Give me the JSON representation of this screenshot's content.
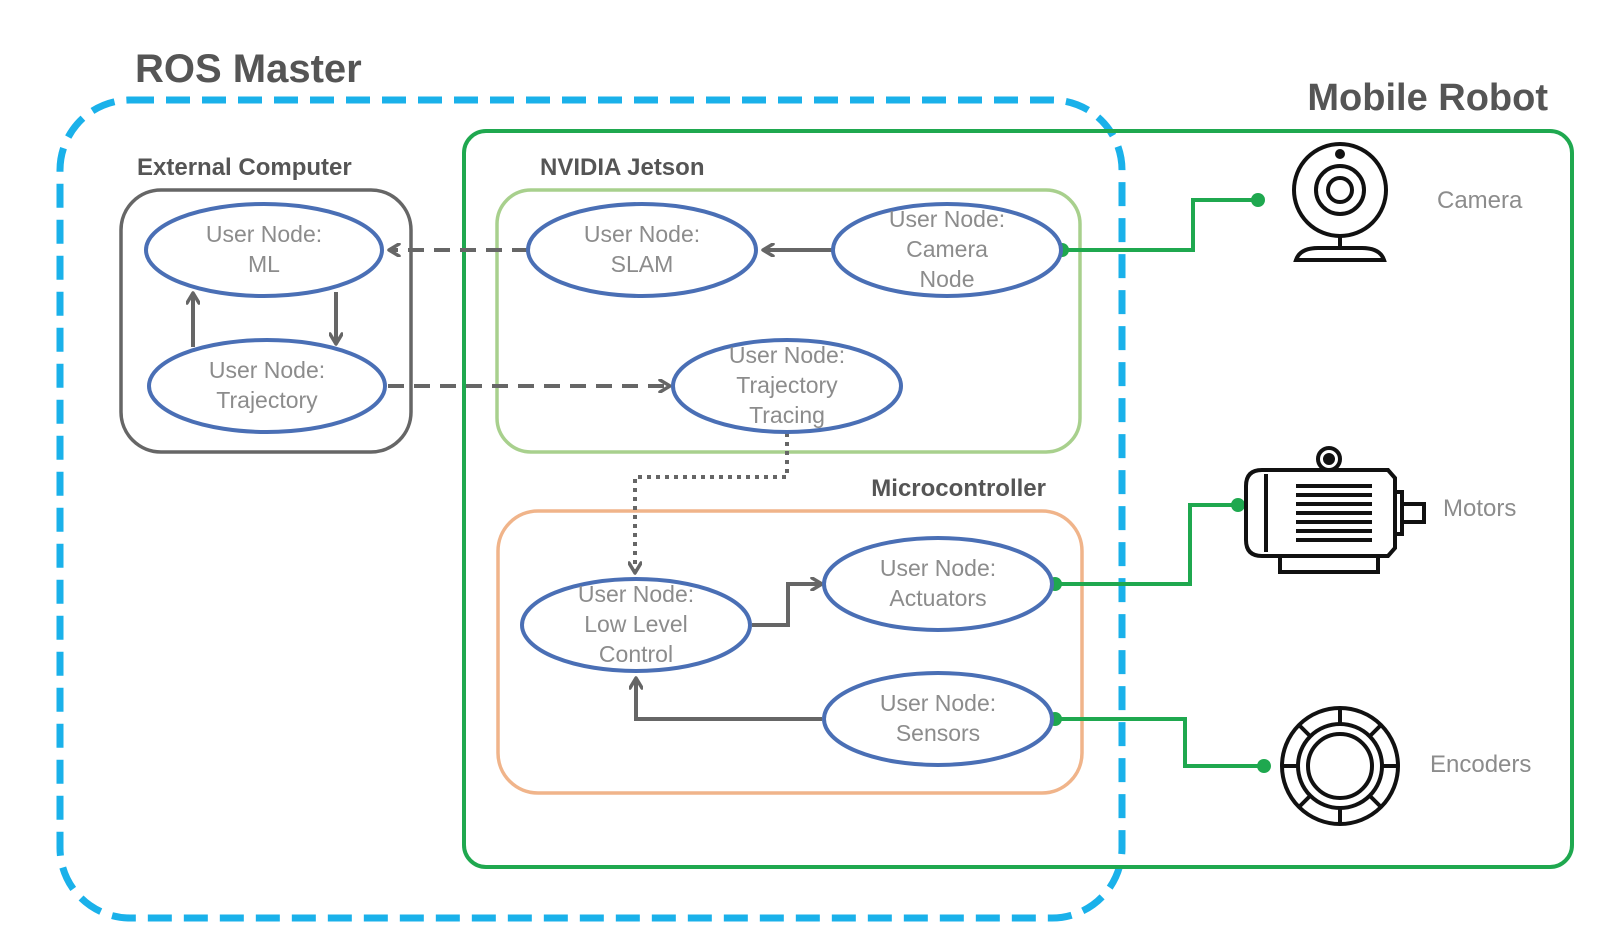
{
  "groups": {
    "ros_master": "ROS Master",
    "mobile_robot": "Mobile Robot",
    "external_computer": "External Computer",
    "nvidia_jetson": "NVIDIA Jetson",
    "microcontroller": "Microcontroller"
  },
  "nodes": {
    "ml": [
      "User Node:",
      "ML"
    ],
    "trajectory": [
      "User Node:",
      "Trajectory"
    ],
    "slam": [
      "User Node:",
      "SLAM"
    ],
    "camera_node": [
      "User Node:",
      "Camera",
      "Node"
    ],
    "trajectory_tracing": [
      "User Node:",
      "Trajectory",
      "Tracing"
    ],
    "low_level_control": [
      "User Node:",
      "Low Level",
      "Control"
    ],
    "actuators": [
      "User Node:",
      "Actuators"
    ],
    "sensors": [
      "User Node:",
      "Sensors"
    ]
  },
  "devices": {
    "camera": "Camera",
    "motors": "Motors",
    "encoders": "Encoders"
  },
  "colors": {
    "ros_master_border": "#1ab1ea",
    "mobile_robot_border": "#1fa84f",
    "external_computer_border": "#666666",
    "jetson_border": "#a8d08d",
    "microcontroller_border": "#f0b48a",
    "node_border": "#4a6fb5",
    "arrow": "#666666",
    "hardware_link": "#1fa84f"
  }
}
